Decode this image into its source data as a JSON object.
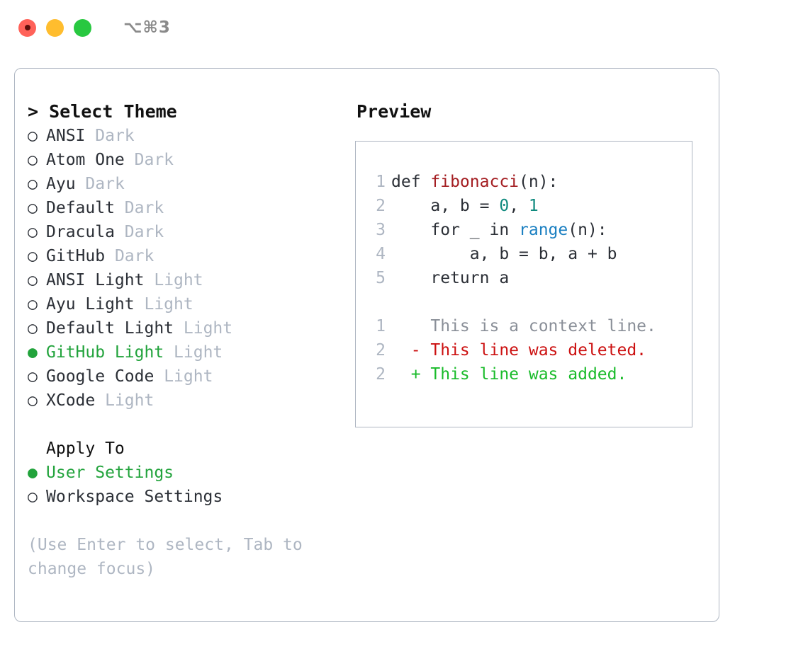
{
  "titlebar": {
    "shortcut": "⌥⌘3",
    "lights": [
      {
        "name": "close",
        "color": "#ff6259"
      },
      {
        "name": "minimize",
        "color": "#ffbd2e"
      },
      {
        "name": "zoom",
        "color": "#28c840"
      }
    ]
  },
  "colors": {
    "accent_green": "#22a33c",
    "muted": "#aeb6c2",
    "text": "#2b2f36",
    "border": "#aeb6c2",
    "diff_add": "#19bb2a",
    "diff_del": "#cc1111",
    "diff_ctx": "#8a8f98",
    "syntax_function": "#a41e22",
    "syntax_number": "#0f8a7e",
    "syntax_builtin": "#1a7fc1"
  },
  "theme_list": {
    "header": "> Select Theme",
    "items": [
      {
        "bullet": "○",
        "label": "ANSI",
        "tag": "Dark",
        "selected": false
      },
      {
        "bullet": "○",
        "label": "Atom One",
        "tag": "Dark",
        "selected": false
      },
      {
        "bullet": "○",
        "label": "Ayu",
        "tag": "Dark",
        "selected": false
      },
      {
        "bullet": "○",
        "label": "Default",
        "tag": "Dark",
        "selected": false
      },
      {
        "bullet": "○",
        "label": "Dracula",
        "tag": "Dark",
        "selected": false
      },
      {
        "bullet": "○",
        "label": "GitHub",
        "tag": "Dark",
        "selected": false
      },
      {
        "bullet": "○",
        "label": "ANSI Light",
        "tag": "Light",
        "selected": false
      },
      {
        "bullet": "○",
        "label": "Ayu Light",
        "tag": "Light",
        "selected": false
      },
      {
        "bullet": "○",
        "label": "Default Light",
        "tag": "Light",
        "selected": false
      },
      {
        "bullet": "●",
        "label": "GitHub Light",
        "tag": "Light",
        "selected": true
      },
      {
        "bullet": "○",
        "label": "Google Code",
        "tag": "Light",
        "selected": false
      },
      {
        "bullet": "○",
        "label": "XCode",
        "tag": "Light",
        "selected": false
      }
    ]
  },
  "apply_to": {
    "header": "Apply To",
    "items": [
      {
        "bullet": "●",
        "label": "User Settings",
        "selected": true
      },
      {
        "bullet": "○",
        "label": "Workspace Settings",
        "selected": false
      }
    ]
  },
  "hint": "(Use Enter to select, Tab to change focus)",
  "preview": {
    "title": "Preview",
    "code_lines": [
      {
        "num": "1",
        "segments": [
          {
            "t": "def ",
            "c": "plain"
          },
          {
            "t": "fibonacci",
            "c": "fn"
          },
          {
            "t": "(n):",
            "c": "plain"
          }
        ]
      },
      {
        "num": "2",
        "segments": [
          {
            "t": "    a, b = ",
            "c": "plain"
          },
          {
            "t": "0",
            "c": "num"
          },
          {
            "t": ", ",
            "c": "plain"
          },
          {
            "t": "1",
            "c": "num"
          }
        ]
      },
      {
        "num": "3",
        "segments": [
          {
            "t": "    for _ in ",
            "c": "plain"
          },
          {
            "t": "range",
            "c": "builtin"
          },
          {
            "t": "(n):",
            "c": "plain"
          }
        ]
      },
      {
        "num": "4",
        "segments": [
          {
            "t": "        a, b = b, a + b",
            "c": "plain"
          }
        ]
      },
      {
        "num": "5",
        "segments": [
          {
            "t": "    return a",
            "c": "plain"
          }
        ]
      }
    ],
    "diff_lines": [
      {
        "num": "1",
        "marker": " ",
        "text": "This is a context line.",
        "kind": "ctx"
      },
      {
        "num": "2",
        "marker": "-",
        "text": "This line was deleted.",
        "kind": "del"
      },
      {
        "num": "2",
        "marker": "+",
        "text": "This line was added.",
        "kind": "add"
      }
    ]
  }
}
